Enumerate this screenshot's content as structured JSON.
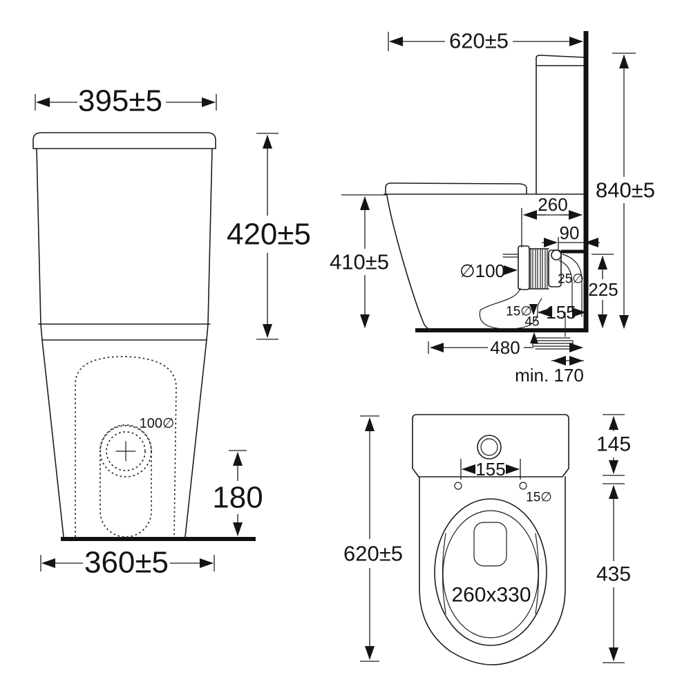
{
  "drawing": {
    "front_view": {
      "dim_width_top": "395±5",
      "dim_height_cistern": "420±5",
      "label_outlet_diameter": "100∅",
      "dim_outlet_height": "180",
      "dim_width_base": "360±5"
    },
    "side_view": {
      "dim_depth": "620±5",
      "dim_height_total": "840±5",
      "dim_height_rim": "410±5",
      "dim_cistern_depth": "260",
      "dim_inlet_to_wall": "90",
      "label_outlet_pipe_diameter": "∅100",
      "label_inlet_diameter": "25∅",
      "dim_outlet_axis_height": "225",
      "label_fixing_diameter": "15∅",
      "dim_fixing_offset": "45",
      "dim_outlet_to_wall": "155",
      "dim_foot_to_wall": "480",
      "dim_min_clearance": "min. 170"
    },
    "top_view": {
      "dim_depth": "620±5",
      "dim_cistern_depth": "145",
      "dim_bowl_length": "435",
      "dim_button_width": "155",
      "label_fixing_diameter": "15∅",
      "label_bowl_opening": "260x330"
    }
  },
  "colors": {
    "line": "#1b1b1b",
    "background": "#ffffff"
  }
}
